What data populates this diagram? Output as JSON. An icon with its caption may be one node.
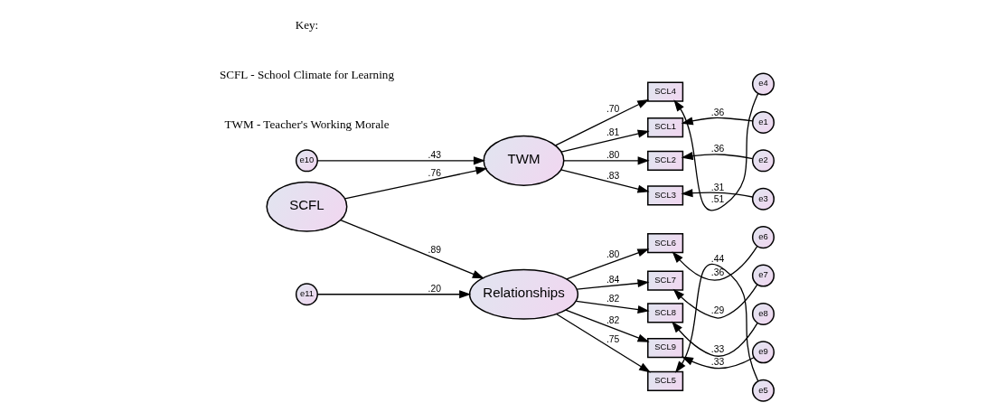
{
  "diagram": {
    "nodes": [
      {
        "text": [
          "SCFL"
        ]
      },
      {
        "text": [
          "TWM"
        ]
      },
      {
        "text": [
          "Relationships"
        ]
      },
      {
        "text": [
          "e10"
        ]
      },
      {
        "text": [
          "e11"
        ]
      },
      {
        "text": [
          "SCL1"
        ]
      },
      {
        "text": [
          "SCL2"
        ]
      },
      {
        "text": [
          "SCL3"
        ]
      },
      {
        "text": [
          "SCL4"
        ]
      },
      {
        "text": [
          "SCL5"
        ]
      },
      {
        "text": [
          "SCL6"
        ]
      },
      {
        "text": [
          "SCL7"
        ]
      },
      {
        "text": [
          "SCL8"
        ]
      },
      {
        "text": [
          "SCL9"
        ]
      },
      {
        "text": [
          "e1"
        ]
      },
      {
        "text": [
          "e2"
        ]
      },
      {
        "text": [
          "e3"
        ]
      },
      {
        "text": [
          "e4"
        ]
      },
      {
        "text": [
          "e5"
        ]
      },
      {
        "text": [
          "e6"
        ]
      },
      {
        "text": [
          "e7"
        ]
      },
      {
        "text": [
          "e8"
        ]
      },
      {
        "text": [
          "e9"
        ]
      }
    ],
    "edges": [
      {
        "from": 0,
        "to": 1,
        "arrow": "to",
        "label": ".76"
      },
      {
        "from": 0,
        "to": 2,
        "arrow": "to",
        "label": ".89"
      },
      {
        "from": 3,
        "to": 1,
        "arrow": "to",
        "label": ".43"
      },
      {
        "from": 4,
        "to": 2,
        "arrow": "to",
        "label": ".20"
      },
      {
        "from": 1,
        "to": 5,
        "arrow": "to",
        "label": ".81"
      },
      {
        "from": 1,
        "to": 6,
        "arrow": "to",
        "label": ".80"
      },
      {
        "from": 1,
        "to": 7,
        "arrow": "to",
        "label": ".83"
      },
      {
        "from": 1,
        "to": 8,
        "arrow": "to",
        "label": ".70"
      },
      {
        "from": 2,
        "to": 9,
        "arrow": "to",
        "label": ".75"
      },
      {
        "from": 2,
        "to": 10,
        "arrow": "to",
        "label": ".80"
      },
      {
        "from": 2,
        "to": 11,
        "arrow": "to",
        "label": ".84"
      },
      {
        "from": 2,
        "to": 12,
        "arrow": "to",
        "label": ".82"
      },
      {
        "from": 2,
        "to": 13,
        "arrow": "to",
        "label": ".82"
      },
      {
        "from": 14,
        "to": 5,
        "arrow": "to",
        "label": ".36"
      },
      {
        "from": 15,
        "to": 6,
        "arrow": "to",
        "label": ".36"
      },
      {
        "from": 16,
        "to": 7,
        "arrow": "to",
        "label": ".31"
      },
      {
        "from": 17,
        "to": 8,
        "arrow": "to",
        "label": ".51"
      },
      {
        "from": 18,
        "to": 9,
        "arrow": "to",
        "label": ".44"
      },
      {
        "from": 19,
        "to": 10,
        "arrow": "to",
        "label": ".36"
      },
      {
        "from": 20,
        "to": 11,
        "arrow": "to",
        "label": ".29"
      },
      {
        "from": 21,
        "to": 12,
        "arrow": "to",
        "label": ".33"
      },
      {
        "from": 22,
        "to": 13,
        "arrow": "to",
        "label": ".33"
      }
    ],
    "labels": [
      "Key:",
      "SCFL - School Climate for Learning",
      "TWM - Teacher's Working Morale"
    ]
  }
}
